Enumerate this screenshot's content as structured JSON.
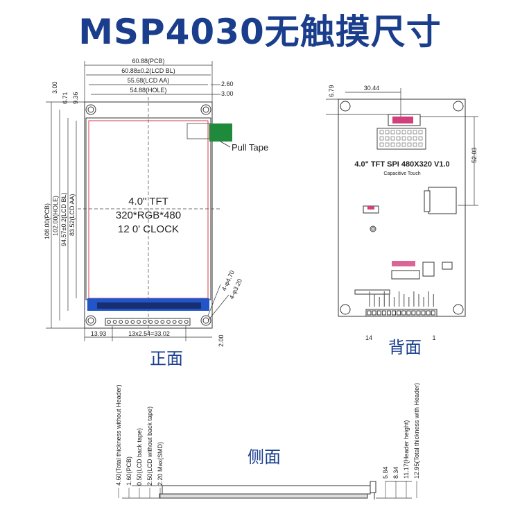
{
  "title": "MSP4030无触摸尺寸",
  "front": {
    "caption": "正面",
    "lcd_lines": [
      "4.0\" TFT",
      "320*RGB*480",
      "12 0' CLOCK"
    ],
    "pull_tape": "Pull Tape",
    "dims_top": [
      "60.88(PCB)",
      "60.88±0.2(LCD BL)",
      "55.68(LCD AA)",
      "54.88(HOLE)"
    ],
    "dims_right": [
      "2.60",
      "3.00"
    ],
    "dims_left": [
      "3.00",
      "6.71",
      "9.36"
    ],
    "dims_vertical": [
      "108.00(PCB)",
      "102.00(HOLE)",
      "94.57±0.2(LCD BL)",
      "83.52(LCD AA)"
    ],
    "dims_bottom": [
      "13.93",
      "13x2.54=33.02"
    ],
    "dims_hole": [
      "4-φ4.70",
      "4-φ3.20"
    ],
    "dim_pin": "2.00"
  },
  "back": {
    "caption": "背面",
    "label": "4.0\" TFT SPI 480X320 V1.0",
    "sublabel": "Capacitive Touch",
    "dim_top": "30.44",
    "dim_left": "6.79",
    "dim_right": "52.03",
    "pin_left": "14",
    "pin_right": "1"
  },
  "side": {
    "caption": "侧面",
    "left_dims": [
      "4.60(Total thickness without Header)",
      "1.60(PCB)",
      "0.50(LCD back tape)",
      "2.50(LCD without back tape)",
      "2.20 Max(SMD)"
    ],
    "right_dims": [
      "5.84",
      "8.34",
      "11.17(Header height)",
      "12.95(Total thickness with Header)"
    ]
  },
  "colors": {
    "title": "#1a3e8c",
    "fpc": "#2255c8",
    "tape": "#1f8a3c",
    "lcd_border": "#d83a4a",
    "chip": "#d0407a"
  }
}
